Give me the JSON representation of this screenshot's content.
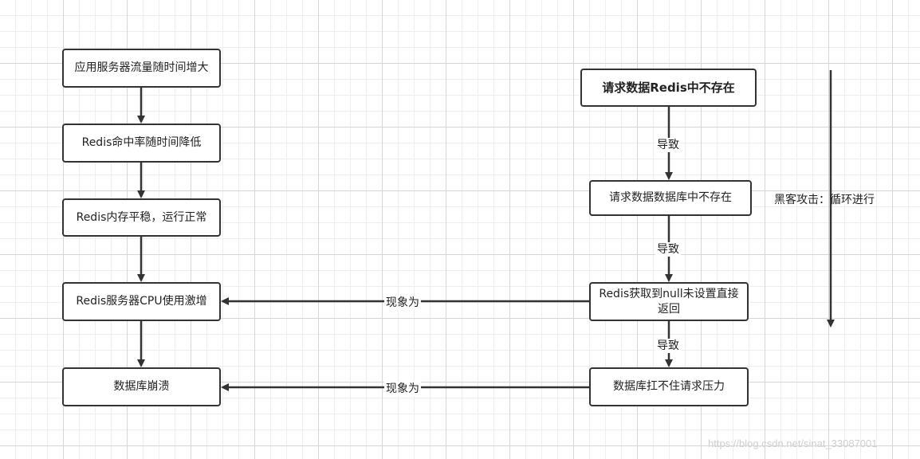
{
  "left_column": [
    {
      "text": "应用服务器流量随时间增大"
    },
    {
      "text": "Redis命中率随时间降低"
    },
    {
      "text": "Redis内存平稳，运行正常"
    },
    {
      "text": "Redis服务器CPU使用激增"
    },
    {
      "text": "数据库崩溃"
    }
  ],
  "right_column": [
    {
      "text": "请求数据Redis中不存在"
    },
    {
      "text": "请求数据数据库中不存在"
    },
    {
      "text": "Redis获取到null未设置直接返回"
    },
    {
      "text": "数据库扛不住请求压力"
    }
  ],
  "edge_labels": {
    "causes_1": "导致",
    "causes_2": "导致",
    "causes_3": "导致",
    "manifests_1": "现象为",
    "manifests_2": "现象为"
  },
  "side_label": "黑客攻击：循环进行",
  "watermark": "https://blog.csdn.net/sinat_33087001"
}
